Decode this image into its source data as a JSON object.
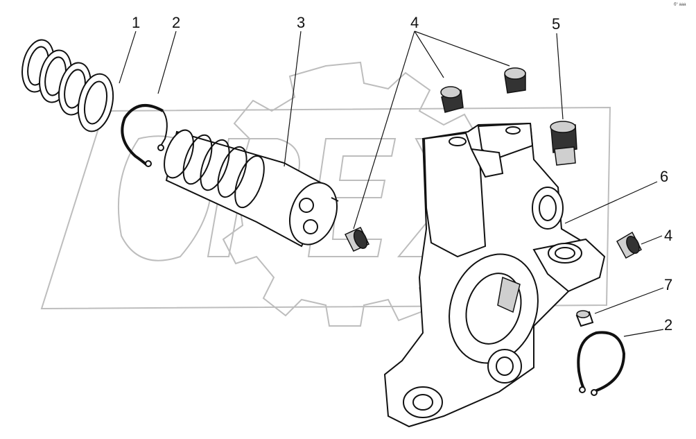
{
  "corner_mark": "б° ааа",
  "watermark": {
    "label": "OPEX"
  },
  "callouts": [
    {
      "id": "c1",
      "label": "1"
    },
    {
      "id": "c2a",
      "label": "2"
    },
    {
      "id": "c3",
      "label": "3"
    },
    {
      "id": "c4a",
      "label": "4"
    },
    {
      "id": "c5",
      "label": "5"
    },
    {
      "id": "c6",
      "label": "6"
    },
    {
      "id": "c4b",
      "label": "4"
    },
    {
      "id": "c7",
      "label": "7"
    },
    {
      "id": "c2b",
      "label": "2"
    }
  ]
}
